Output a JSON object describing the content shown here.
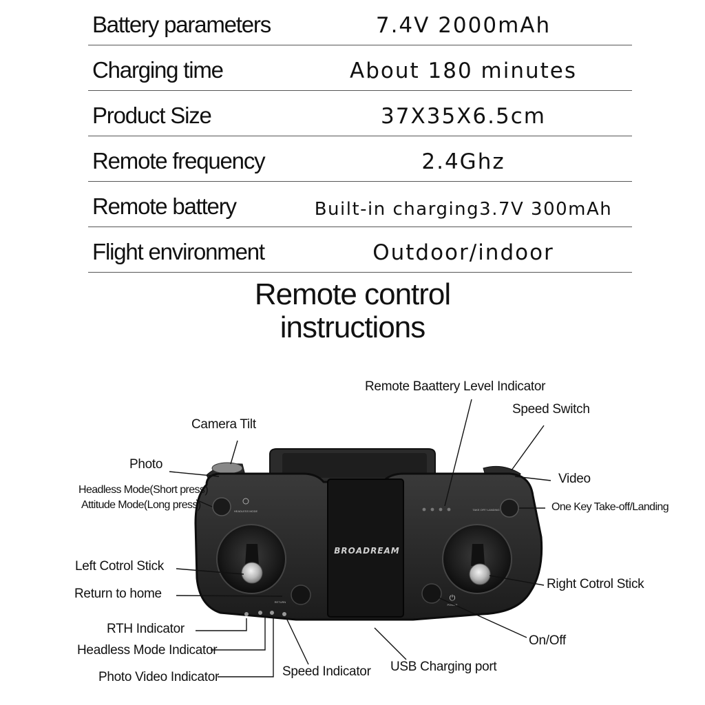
{
  "specs": [
    {
      "label": "Battery parameters",
      "value": "7.4V 2000mAh"
    },
    {
      "label": "Charging time",
      "value": "About 180 minutes"
    },
    {
      "label": "Product Size",
      "value": "37X35X6.5cm"
    },
    {
      "label": "Remote frequency",
      "value": "2.4Ghz"
    },
    {
      "label": "Remote battery",
      "value": "Built-in charging3.7V 300mAh"
    },
    {
      "label": "Flight environment",
      "value": "Outdoor/indoor"
    }
  ],
  "section": {
    "title_line1": "Remote control",
    "title_line2": "instructions"
  },
  "remote": {
    "brand": "BROADREAM",
    "headless_button_caption": "HEADLESS MODE",
    "takeoff_button_caption": "TAKE OFF/ LANDING",
    "return_caption": "RETURN",
    "power_caption": "POWER"
  },
  "callouts": {
    "battery_indicator": "Remote Baattery Level Indicator",
    "speed_switch": "Speed Switch",
    "camera_tilt": "Camera Tilt",
    "photo": "Photo",
    "video": "Video",
    "headless_mode": "Headless Mode(Short press)",
    "attitude_mode": "Attitude Mode(Long press)",
    "takeoff_landing": "One Key Take-off/Landing",
    "left_stick": "Left Cotrol Stick",
    "right_stick": "Right Cotrol Stick",
    "return_home": "Return to home",
    "rth_indicator": "RTH Indicator",
    "headless_indicator": "Headless Mode Indicator",
    "photo_video_indicator": "Photo Video Indicator",
    "speed_indicator": "Speed Indicator",
    "usb_port": "USB Charging port",
    "on_off": "On/Off"
  }
}
